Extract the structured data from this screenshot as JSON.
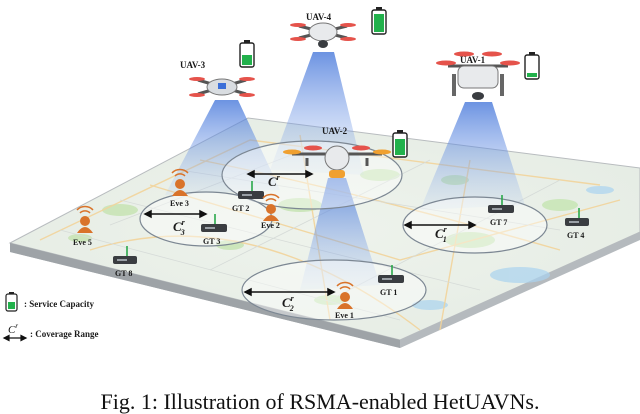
{
  "uavs": [
    {
      "label": "UAV-4"
    },
    {
      "label": "UAV-3"
    },
    {
      "label": "UAV-1"
    },
    {
      "label": "UAV-2"
    }
  ],
  "eves": [
    "Eve 3",
    "Eve 2",
    "Eve 5",
    "Eve 1"
  ],
  "gts": [
    "GT 2",
    "GT 3",
    "GT 7",
    "GT 4",
    "GT 8",
    "GT 1"
  ],
  "coverage_labels": [
    "C",
    "r",
    "3",
    "2",
    "1"
  ],
  "legend": {
    "service_capacity": ": Service Capacity",
    "coverage_symbol": "C",
    "coverage_superscript": "r",
    "coverage_range": ": Coverage Range"
  },
  "caption": "Fig. 1: Illustration of RSMA-enabled HetUAVNs.",
  "colors": {
    "battery_green": "#22b14c",
    "beam_blue": "#3b6fd8",
    "eve_orange": "#d9732a"
  }
}
